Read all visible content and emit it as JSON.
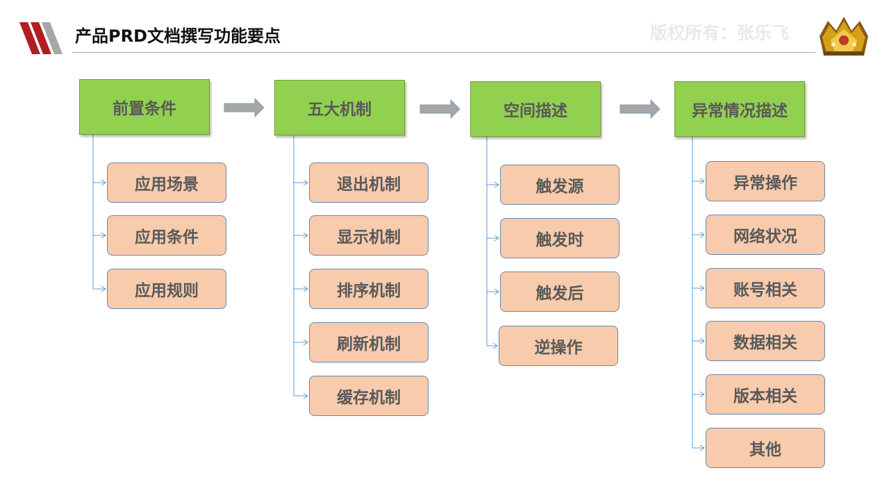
{
  "header": {
    "title": "产品PRD文档撰写功能要点",
    "watermark": "版权所有：张乐飞"
  },
  "colors": {
    "head_fill": "#92d050",
    "sub_fill": "#f8cbad",
    "connector": "#5b9bd5",
    "flow_arrow": "#a6a6a6",
    "logo_red": "#b01e23"
  },
  "icons": {
    "logo_left": "slanted-stripes-logo",
    "logo_right": "golden-crown-emblem",
    "flow": "right-arrow-icon"
  },
  "columns": [
    {
      "title": "前置条件",
      "items": [
        "应用场景",
        "应用条件",
        "应用规则"
      ]
    },
    {
      "title": "五大机制",
      "items": [
        "退出机制",
        "显示机制",
        "排序机制",
        "刷新机制",
        "缓存机制"
      ]
    },
    {
      "title": "空间描述",
      "items": [
        "触发源",
        "触发时",
        "触发后",
        "逆操作"
      ]
    },
    {
      "title": "异常情况描述",
      "items": [
        "异常操作",
        "网络状况",
        "账号相关",
        "数据相关",
        "版本相关",
        "其他"
      ]
    }
  ]
}
